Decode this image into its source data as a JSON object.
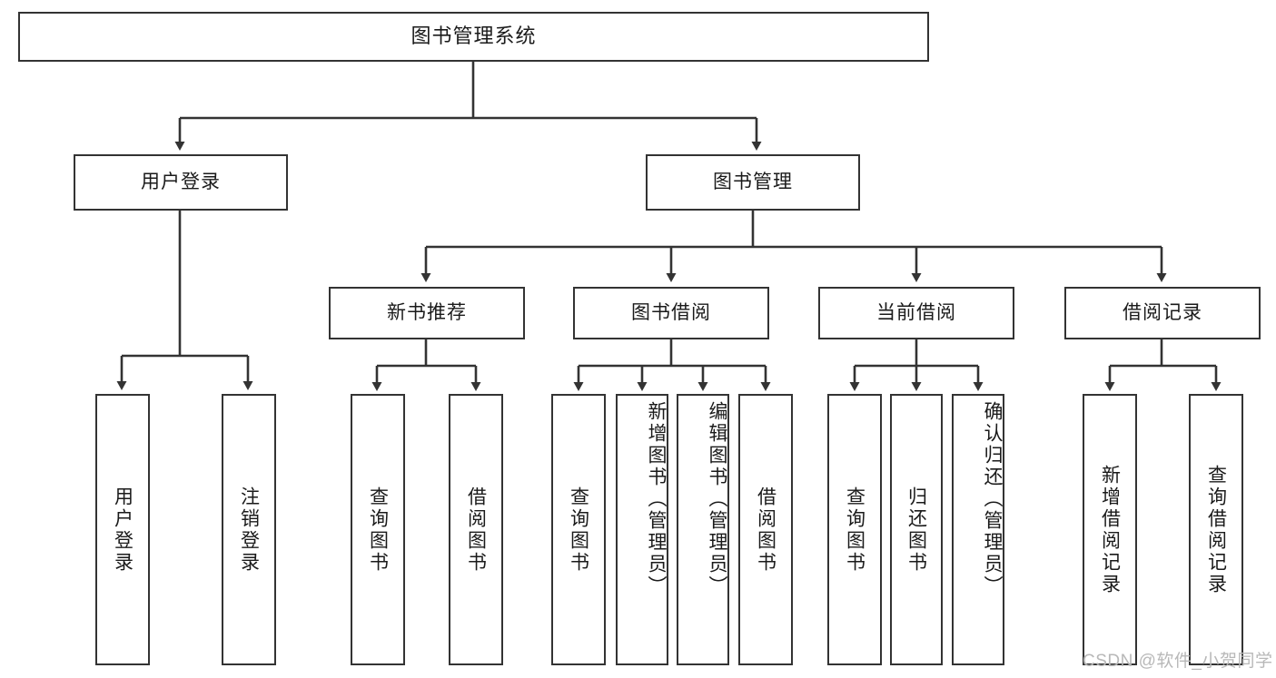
{
  "diagram": {
    "title": "图书管理系统",
    "type": "tree-hierarchy-functional-structure",
    "colors": {
      "box_border": "#333333",
      "box_fill": "#ffffff",
      "connector": "#333333",
      "text": "#1a1a1a",
      "watermark": "#b8b8b8"
    },
    "root": {
      "label": "图书管理系统"
    },
    "level2": [
      {
        "label": "用户登录"
      },
      {
        "label": "图书管理"
      }
    ],
    "level3": [
      {
        "label": "新书推荐"
      },
      {
        "label": "图书借阅"
      },
      {
        "label": "当前借阅"
      },
      {
        "label": "借阅记录"
      }
    ],
    "leaves": {
      "user_login": [
        {
          "label": "用户登录"
        },
        {
          "label": "注销登录"
        }
      ],
      "new_book_recommend": [
        {
          "label": "查询图书"
        },
        {
          "label": "借阅图书"
        }
      ],
      "book_borrow": [
        {
          "label": "查询图书"
        },
        {
          "label": "新增图书（管理员）"
        },
        {
          "label": "编辑图书（管理员）"
        },
        {
          "label": "借阅图书"
        }
      ],
      "current_borrow": [
        {
          "label": "查询图书"
        },
        {
          "label": "归还图书"
        },
        {
          "label": "确认归还（管理员）"
        }
      ],
      "borrow_record": [
        {
          "label": "新增借阅记录"
        },
        {
          "label": "查询借阅记录"
        }
      ]
    }
  },
  "watermark": {
    "text": "CSDN @软件_小贺同学"
  }
}
